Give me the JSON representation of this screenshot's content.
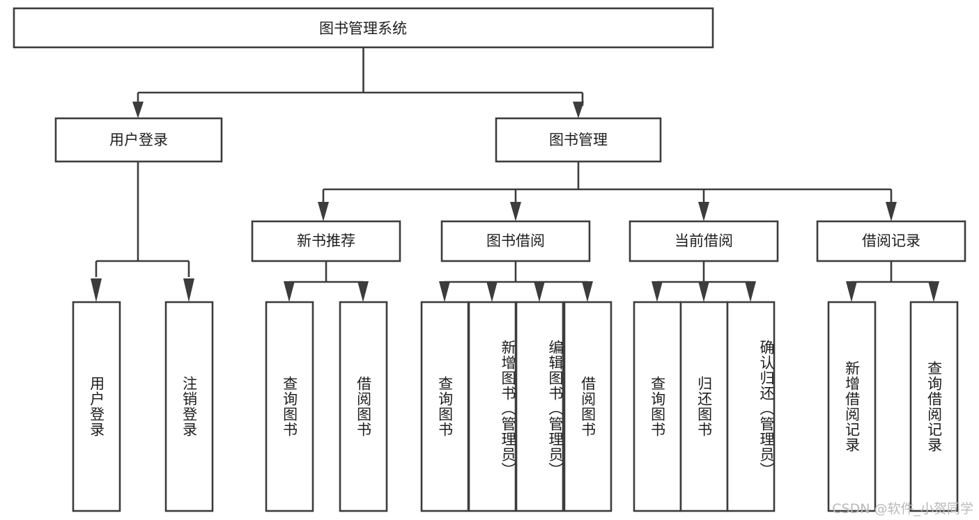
{
  "diagram": {
    "title_node": {
      "label": "图书管理系统"
    },
    "level2": [
      {
        "id": "user-login",
        "label": "用户登录"
      },
      {
        "id": "book-management",
        "label": "图书管理"
      }
    ],
    "level3": [
      {
        "id": "new-book-recommend",
        "label": "新书推荐"
      },
      {
        "id": "book-borrow",
        "label": "图书借阅"
      },
      {
        "id": "current-borrow",
        "label": "当前借阅"
      },
      {
        "id": "borrow-record",
        "label": "借阅记录"
      }
    ],
    "leaves": {
      "user_login": [
        {
          "id": "leaf-user-login",
          "label": "用户登录"
        },
        {
          "id": "leaf-logout-login",
          "label": "注销登录"
        }
      ],
      "new_book_recommend": [
        {
          "id": "leaf-query-book-1",
          "label": "查询图书"
        },
        {
          "id": "leaf-borrow-book-1",
          "label": "借阅图书"
        }
      ],
      "book_borrow": [
        {
          "id": "leaf-query-book-2",
          "label": "查询图书"
        },
        {
          "id": "leaf-add-book",
          "label": "新增图书（管理员）"
        },
        {
          "id": "leaf-edit-book",
          "label": "编辑图书（管理员）"
        },
        {
          "id": "leaf-borrow-book-2",
          "label": "借阅图书"
        }
      ],
      "current_borrow": [
        {
          "id": "leaf-query-book-3",
          "label": "查询图书"
        },
        {
          "id": "leaf-return-book",
          "label": "归还图书"
        },
        {
          "id": "leaf-confirm-return",
          "label": "确认归还（管理员）"
        }
      ],
      "borrow_record": [
        {
          "id": "leaf-add-borrow-record",
          "label": "新增借阅记录"
        },
        {
          "id": "leaf-query-borrow-record",
          "label": "查询借阅记录"
        }
      ]
    },
    "watermark": "CSDN @软件_小贺同学",
    "colors": {
      "stroke": "#3c3c3c",
      "fill": "#ffffff",
      "text": "#1d1d1d",
      "watermark": "#b9b9b9"
    }
  }
}
